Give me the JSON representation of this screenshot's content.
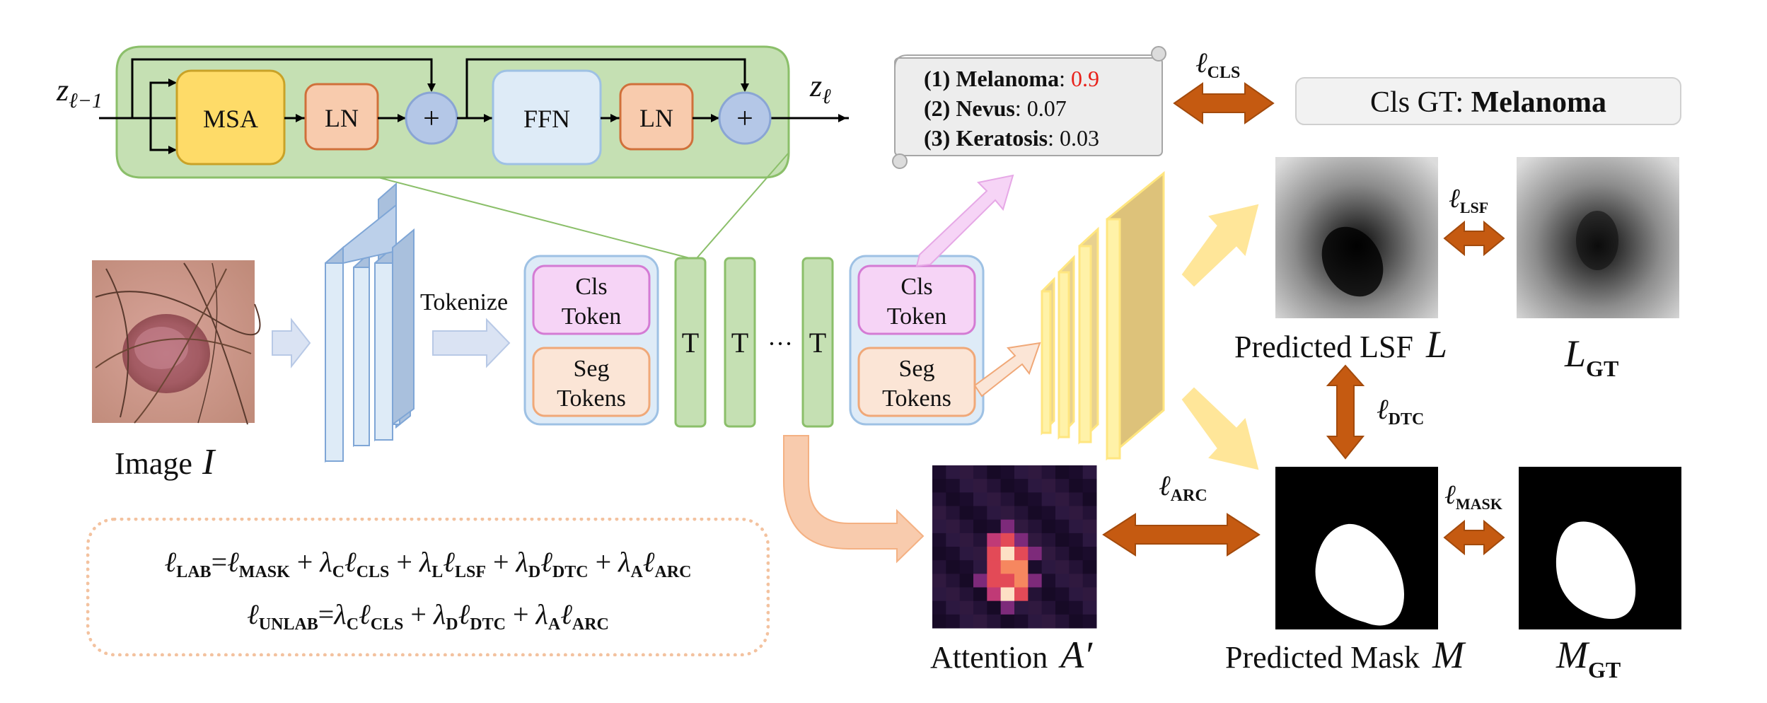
{
  "transformer_block": {
    "input": "z",
    "input_sub": "ℓ−1",
    "output": "z",
    "output_sub": "ℓ",
    "msa": "MSA",
    "ln": "LN",
    "ffn": "FFN",
    "plus": "+"
  },
  "input_image": {
    "label": "Image",
    "symbol": "I"
  },
  "tokenize_label": "Tokenize",
  "tokens_in": {
    "cls": [
      "Cls",
      "Token"
    ],
    "seg": [
      "Seg",
      "Tokens"
    ]
  },
  "t_blocks": {
    "t": "T",
    "ellipsis": "···"
  },
  "tokens_out": {
    "cls": [
      "Cls",
      "Token"
    ],
    "seg": [
      "Seg",
      "Tokens"
    ]
  },
  "predictions": [
    {
      "index": "(1)",
      "name": "Melanoma",
      "score": "0.9",
      "color": "#e8221b"
    },
    {
      "index": "(2)",
      "name": "Nevus",
      "score": "0.07",
      "color": "#111111"
    },
    {
      "index": "(3)",
      "name": "Keratosis",
      "score": "0.03",
      "color": "#111111"
    }
  ],
  "cls_gt": {
    "prefix": "Cls GT: ",
    "value": "Melanoma"
  },
  "losses": {
    "cls": {
      "sym": "ℓ",
      "sub": "CLS"
    },
    "lsf": {
      "sym": "ℓ",
      "sub": "LSF"
    },
    "dtc": {
      "sym": "ℓ",
      "sub": "DTC"
    },
    "mask": {
      "sym": "ℓ",
      "sub": "MASK"
    },
    "arc": {
      "sym": "ℓ",
      "sub": "ARC"
    }
  },
  "outputs": {
    "lsf": {
      "label": "Predicted LSF",
      "symbol": "L"
    },
    "lsf_gt": {
      "symbol": "L",
      "sub": "GT"
    },
    "mask": {
      "label": "Predicted Mask",
      "symbol": "M"
    },
    "mask_gt": {
      "symbol": "M",
      "sub": "GT"
    },
    "attention": {
      "label": "Attention",
      "symbol": "A′"
    }
  },
  "formulas": {
    "lab_lhs_sub": "LAB",
    "unlab_lhs_sub": "UNLAB",
    "ell": "ℓ",
    "lambda": "λ",
    "eq": "=",
    "plus": " + ",
    "subs": {
      "mask": "MASK",
      "cls": "CLS",
      "lsf": "LSF",
      "dtc": "DTC",
      "arc": "ARC",
      "c": "C",
      "l": "L",
      "d": "D",
      "a": "A"
    }
  },
  "colors": {
    "block_bg": "#c5e0b3",
    "block_border": "#8bbf6a",
    "msa_fill": "#fedb68",
    "ln_fill": "#f8cbad",
    "plus_fill": "#b4c7e7",
    "ffn_fill": "#deebf7",
    "cls_token": "#f6d4f6",
    "seg_token": "#fbe5d6",
    "t_block": "#c5e0b3",
    "decoder": "#e8d18f",
    "loss_arrow": "#c55a11"
  }
}
